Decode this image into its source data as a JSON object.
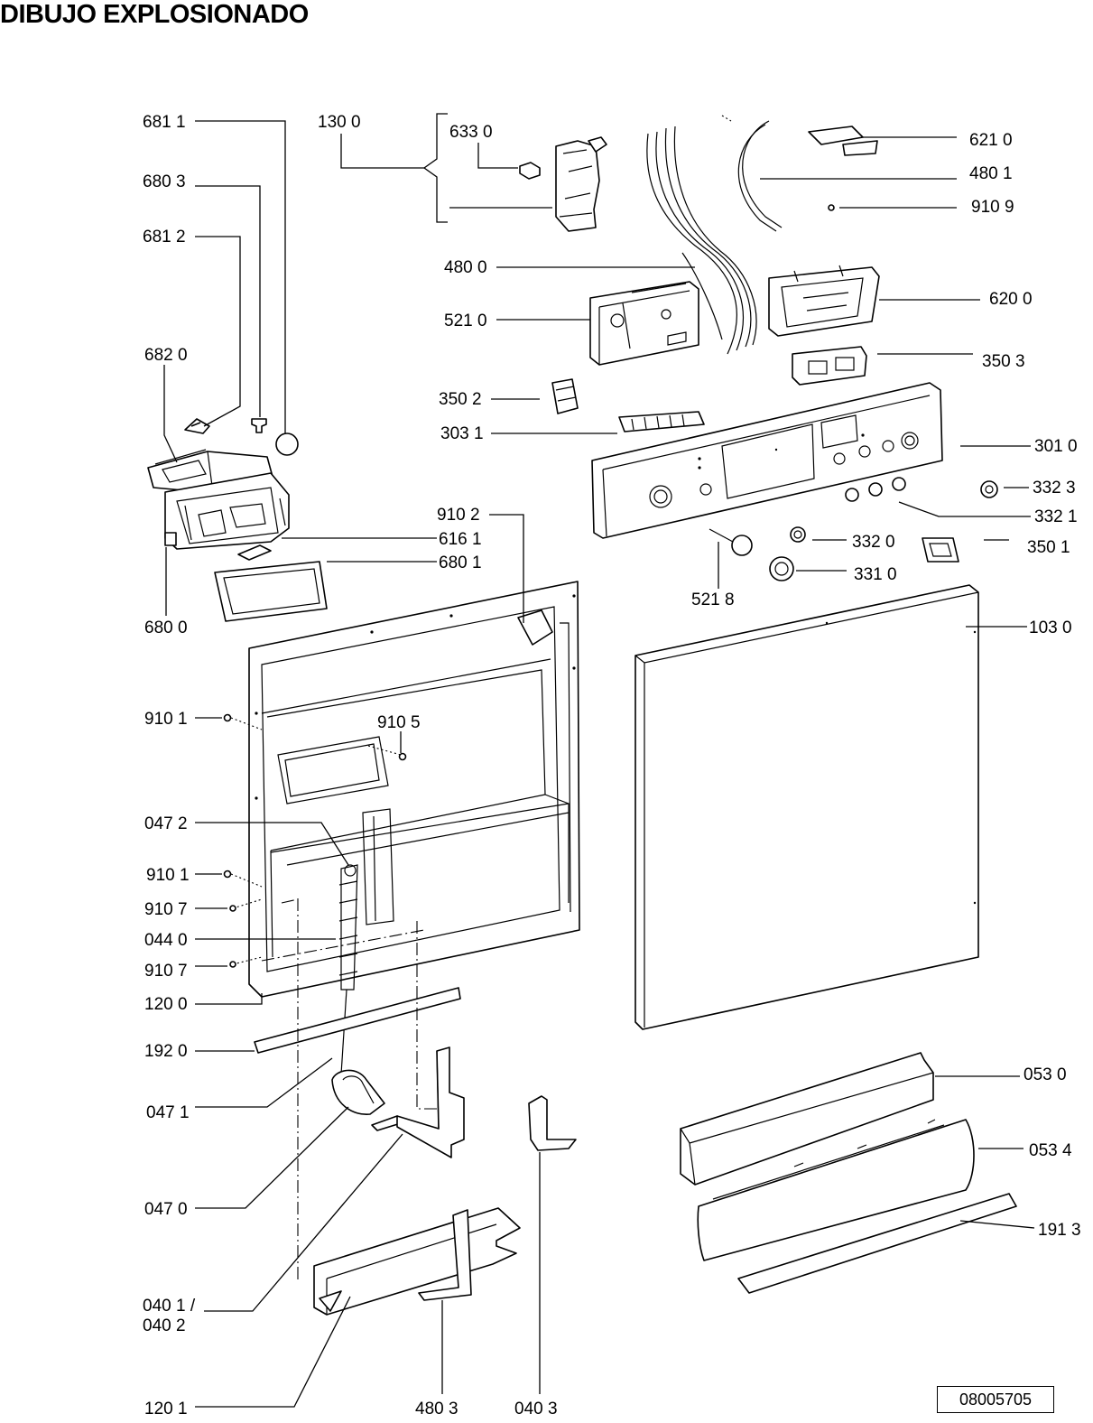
{
  "title": "DIBUJO EXPLOSIONADO",
  "document_code": "08005705",
  "labels": {
    "l6811": "681 1",
    "l1300": "130 0",
    "l6330": "633 0",
    "l6210": "621 0",
    "l4801": "480 1",
    "l9109": "910 9",
    "l6803": "680 3",
    "l6812": "681 2",
    "l4800": "480 0",
    "l6200": "620 0",
    "l5210": "521 0",
    "l6820": "682 0",
    "l3503": "350 3",
    "l3502": "350 2",
    "l3031": "303 1",
    "l3010": "301 0",
    "l3323": "332 3",
    "l9102": "910 2",
    "l3321": "332 1",
    "l6161": "616 1",
    "l3320": "332 0",
    "l3501": "350 1",
    "l6801": "680 1",
    "l3310": "331 0",
    "l5218": "521 8",
    "l6800": "680 0",
    "l1030": "103 0",
    "l9101a": "910 1",
    "l9105": "910 5",
    "l0472": "047 2",
    "l9101b": "910 1",
    "l9107a": "910 7",
    "l0440": "044 0",
    "l9107b": "910 7",
    "l1200": "120 0",
    "l1920": "192 0",
    "l0530": "053 0",
    "l0471": "047 1",
    "l0534": "053 4",
    "l0470": "047 0",
    "l1913": "191 3",
    "l0401a": "040 1 /",
    "l0401b": "040 2",
    "l1201": "120 1",
    "l4803": "480 3",
    "l0403": "040 3"
  }
}
